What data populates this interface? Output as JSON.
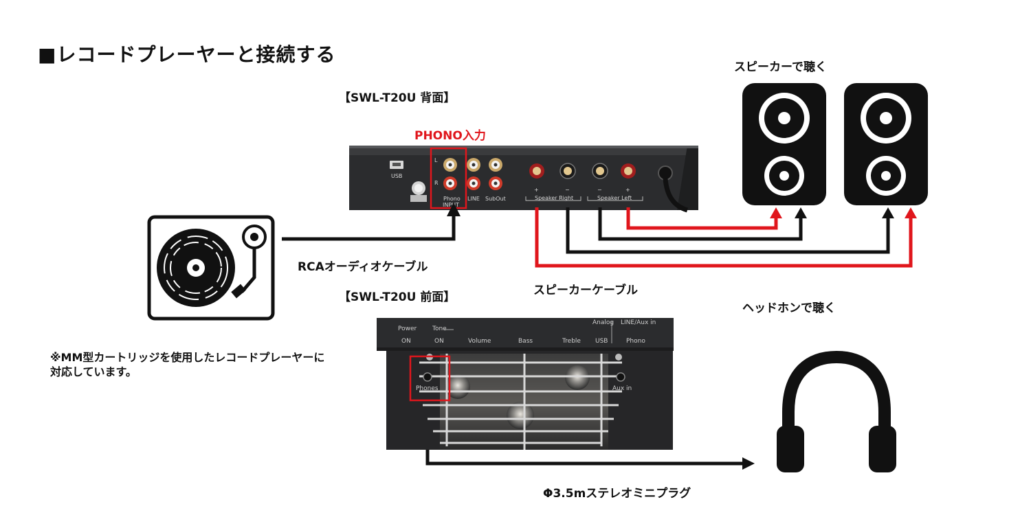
{
  "title": "■レコードプレーヤーと接続する",
  "rear_panel": {
    "heading": "【SWL-T20U 背面】",
    "phono_input_label": "PHONO入力",
    "port_labels": {
      "usb": "USB",
      "l": "L",
      "r": "R",
      "phono": "Phono",
      "input": "INPUT",
      "line": "LINE",
      "subout": "SubOut",
      "speaker_right": "Speaker Right",
      "speaker_left": "Speaker Left",
      "plus": "+",
      "minus": "−"
    }
  },
  "front_panel": {
    "heading": "【SWL-T20U 前面】",
    "control_labels": {
      "power": "Power",
      "power_state": "ON",
      "tone": "Tone",
      "tone_state": "ON",
      "volume": "Volume",
      "bass": "Bass",
      "treble": "Treble",
      "analog": "Analog",
      "usb": "USB",
      "line_aux_in": "LINE/Aux in",
      "phono": "Phono",
      "phones": "Phones",
      "aux_in": "Aux in"
    }
  },
  "labels": {
    "rca_cable": "RCAオーディオケーブル",
    "speaker_cable": "スピーカーケーブル",
    "speakers": "スピーカーで聴く",
    "headphones": "ヘッドホンで聴く",
    "mini_plug": "Φ3.5mステレオミニプラグ"
  },
  "note": {
    "line1": "※MM型カートリッジを使用したレコードプレーヤーに",
    "line2": "対応しています。"
  },
  "colors": {
    "highlight": "#e0161c",
    "cable_black": "#111111",
    "device_body": "#2b2c2e"
  },
  "icons": [
    "turntable-icon",
    "speaker-icon",
    "headphones-icon"
  ]
}
